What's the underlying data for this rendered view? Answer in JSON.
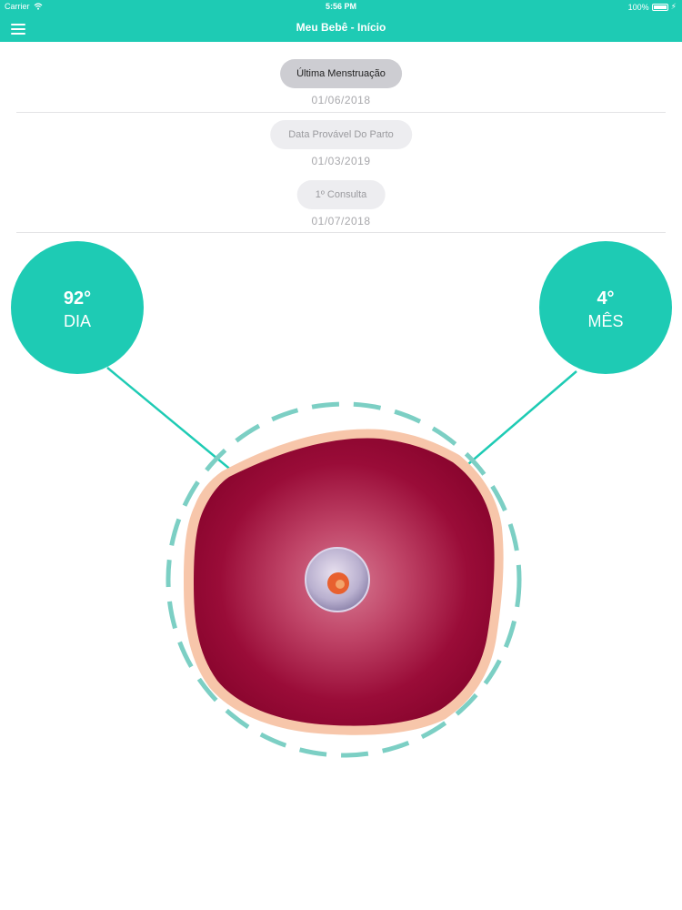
{
  "status_bar": {
    "carrier": "Carrier",
    "time": "5:56 PM",
    "battery": "100%"
  },
  "header": {
    "title": "Meu Bebê - Início"
  },
  "dates": [
    {
      "label": "Última Menstruação",
      "value": "01/06/2018"
    },
    {
      "label": "Data Provável Do Parto",
      "value": "01/03/2019"
    },
    {
      "label": "1º Consulta",
      "value": "01/07/2018"
    }
  ],
  "day_counter": {
    "value": "92°",
    "label": "DIA"
  },
  "month_counter": {
    "value": "4°",
    "label": "MÊS"
  },
  "colors": {
    "accent": "#1ecbb4",
    "dashed_ring": "#7ccfc4",
    "womb_dark": "#8b0630",
    "womb_light": "#c7546f",
    "womb_border": "#f7c6aa"
  }
}
